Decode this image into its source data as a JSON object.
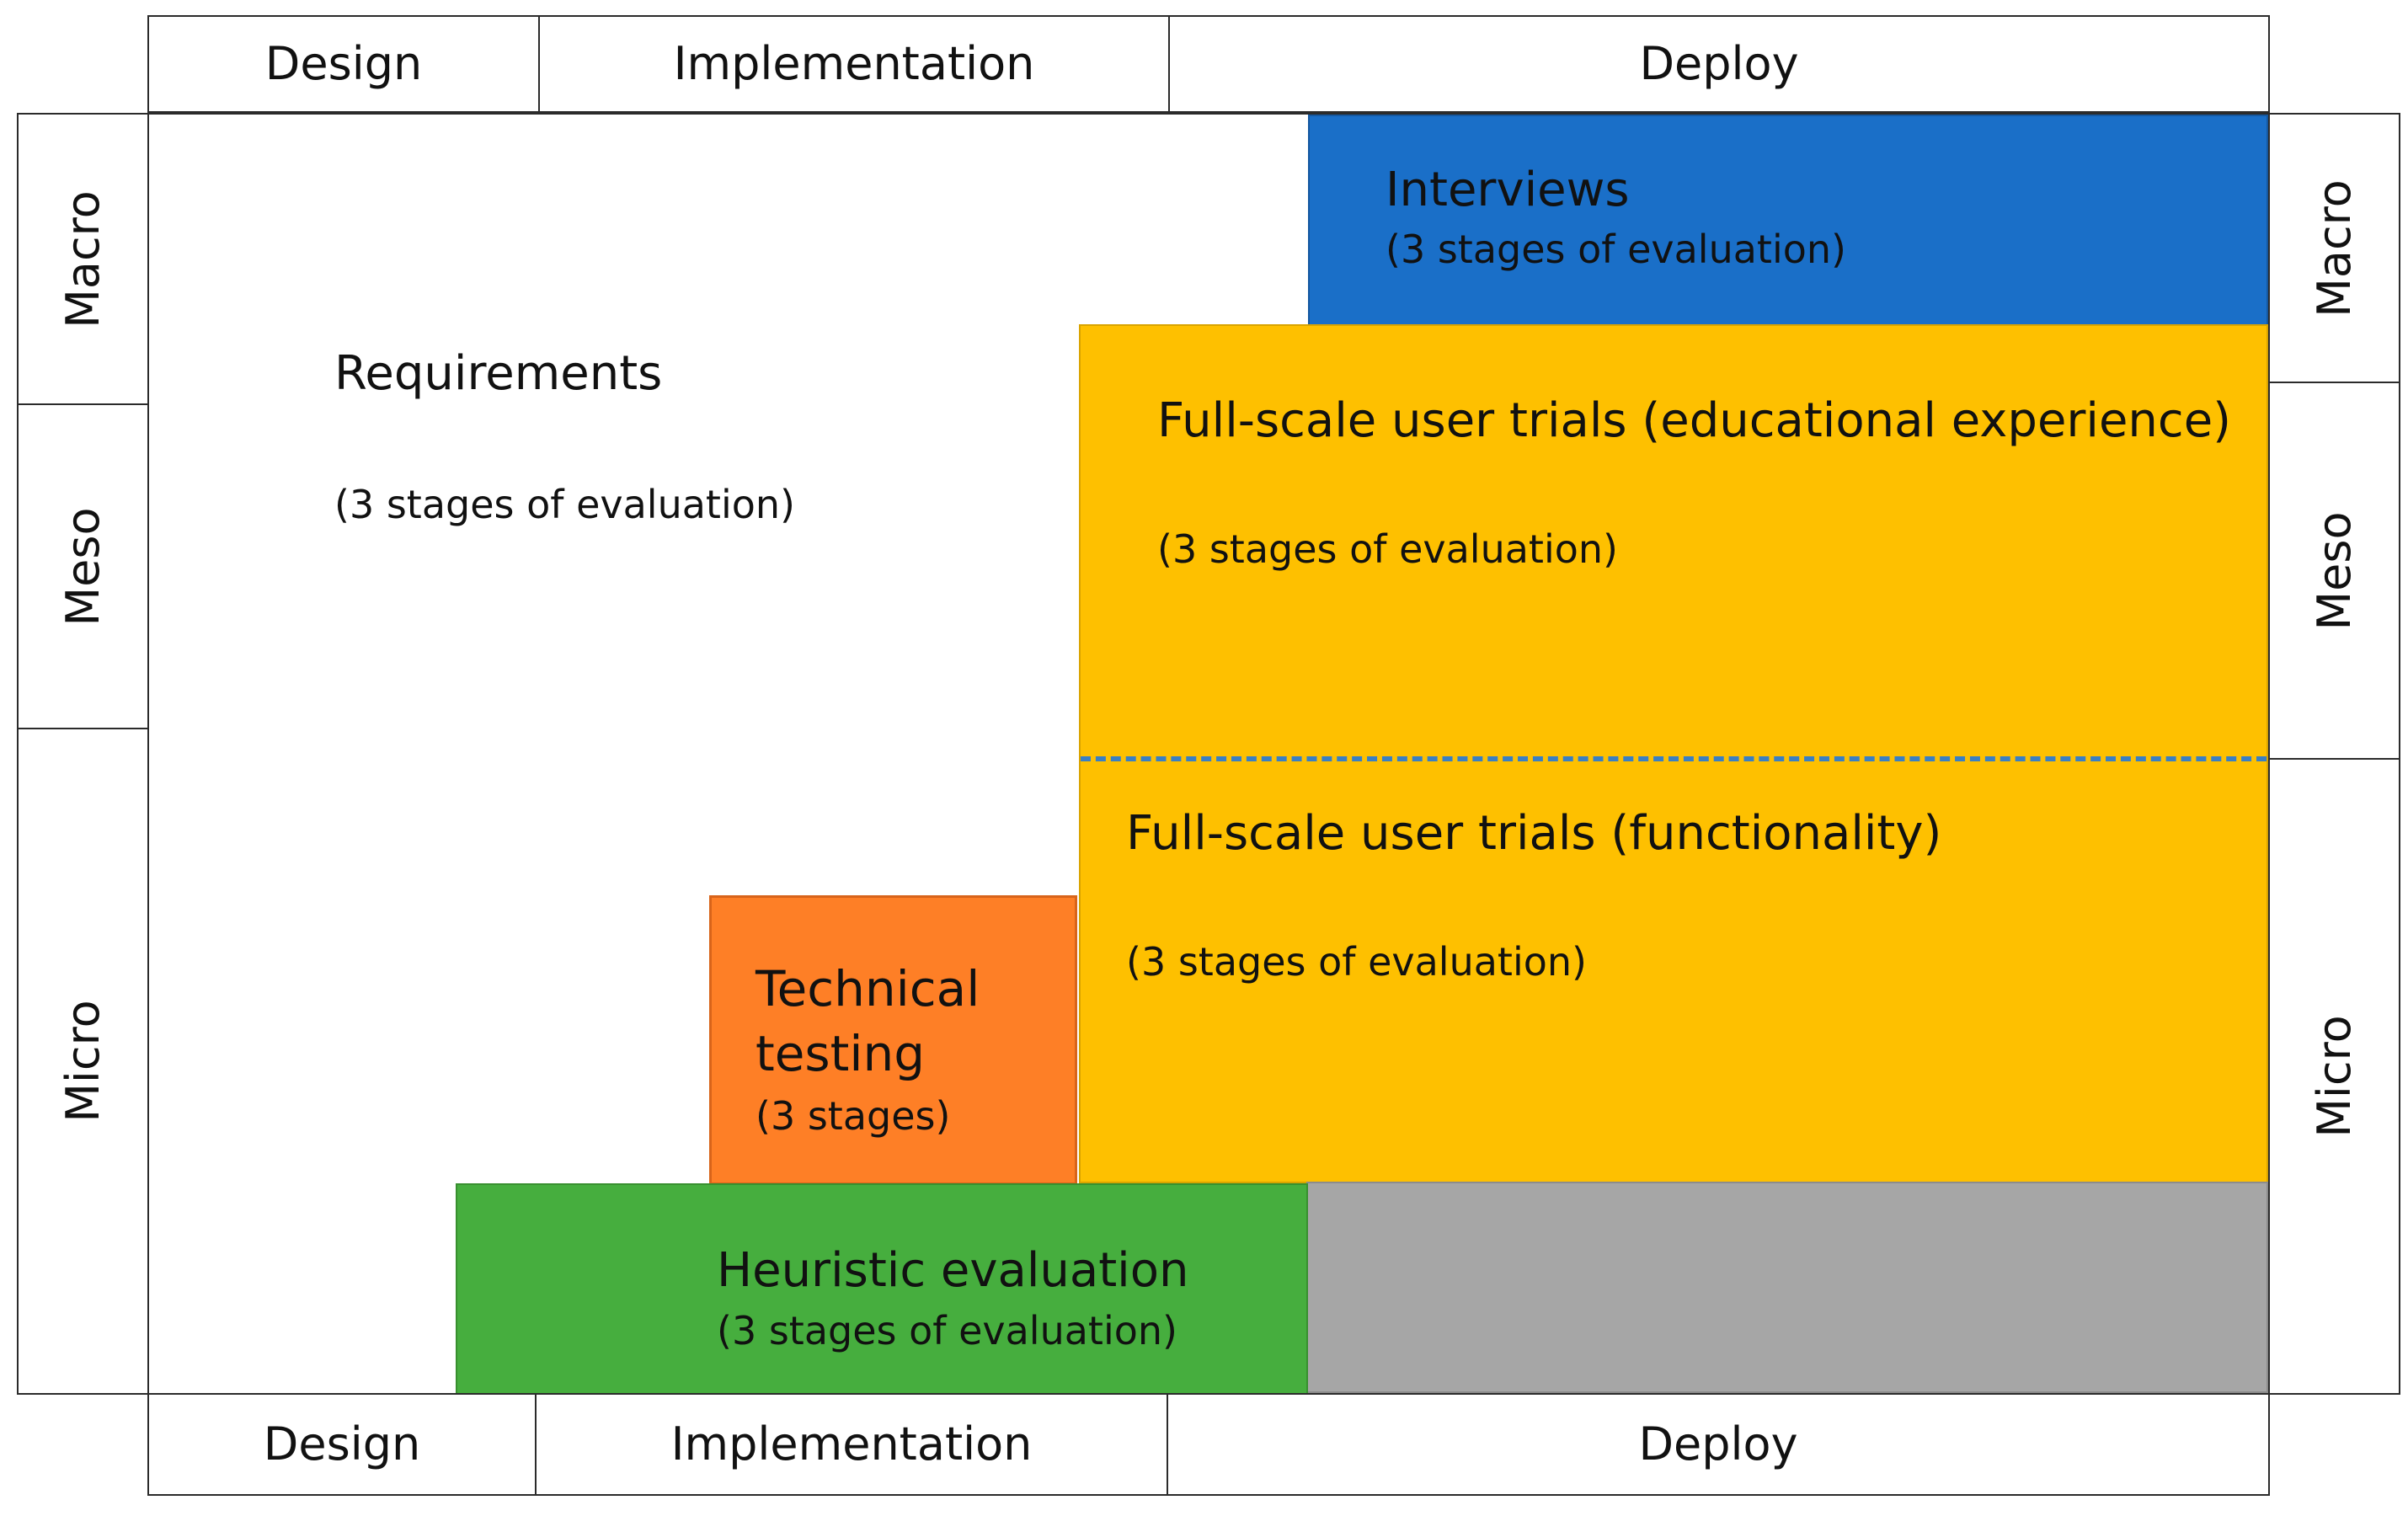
{
  "header": {
    "top": [
      "Design",
      "Implementation",
      "Deploy"
    ],
    "bottom": [
      "Design",
      "Implementation",
      "Deploy"
    ]
  },
  "left_levels": [
    "Macro",
    "Meso",
    "Micro"
  ],
  "right_levels": [
    "Macro",
    "Meso",
    "Micro"
  ],
  "blocks": {
    "requirements": {
      "title": "Requirements",
      "subtitle": "(3 stages of evaluation)"
    },
    "interviews": {
      "title": "Interviews",
      "subtitle": "(3 stages of evaluation)",
      "color": "#1a6fc8"
    },
    "full_scale_edu": {
      "title": "Full-scale user trials (educational experience)",
      "subtitle": "(3 stages of evaluation)",
      "color": "#fec000"
    },
    "full_scale_func": {
      "title": "Full-scale user trials (functionality)",
      "subtitle": "(3 stages of evaluation)",
      "color": "#fec000"
    },
    "technical_testing": {
      "title_line1": "Technical",
      "title_line2": "testing",
      "subtitle": "(3 stages)",
      "color": "#fe7f26"
    },
    "heuristic": {
      "title": "Heuristic evaluation",
      "subtitle": "(3 stages of evaluation)",
      "color": "#46ae3e"
    },
    "grey_area": {
      "color": "#a6a6a6"
    }
  },
  "divider_color": "#3a7fc3"
}
